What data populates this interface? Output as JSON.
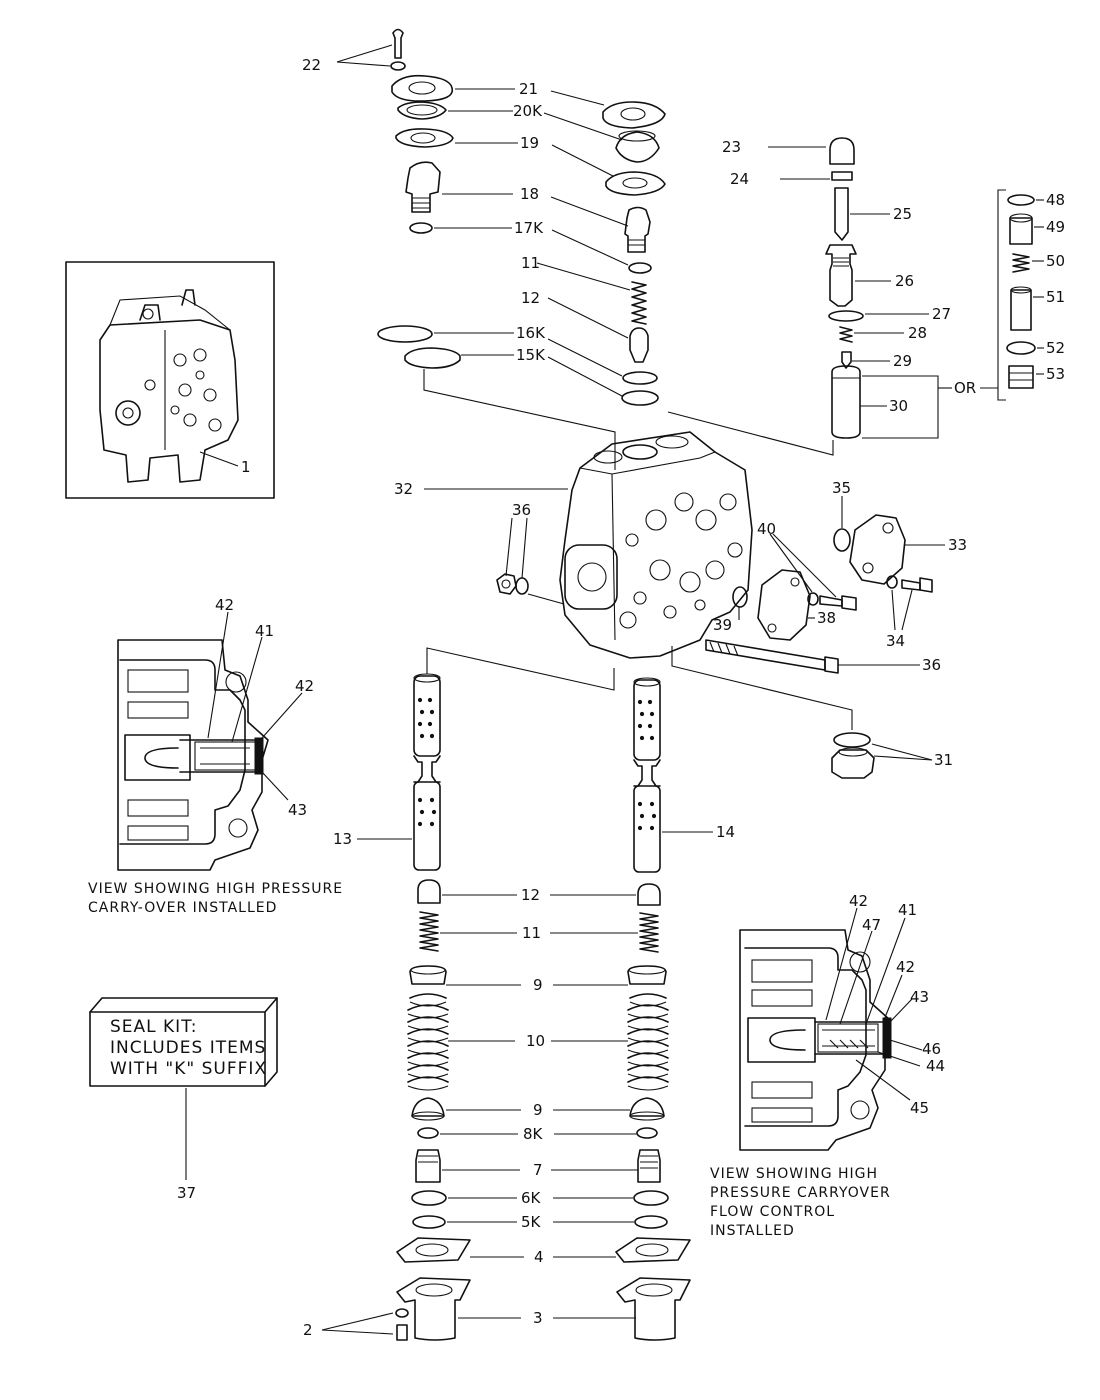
{
  "callouts": {
    "c22": "22",
    "c21": "21",
    "c20k": "20K",
    "c19": "19",
    "c18": "18",
    "c17k": "17K",
    "c11a": "11",
    "c12a": "12",
    "c16k": "16K",
    "c15k": "15K",
    "c23": "23",
    "c24": "24",
    "c25": "25",
    "c26": "26",
    "c27": "27",
    "c28": "28",
    "c29": "29",
    "c30": "30",
    "c48": "48",
    "c49": "49",
    "c50": "50",
    "c51": "51",
    "c52": "52",
    "c53": "53",
    "cor": "OR",
    "c1": "1",
    "c32": "32",
    "c36a": "36",
    "c35": "35",
    "c40": "40",
    "c33": "33",
    "c38": "38",
    "c39": "39",
    "c34": "34",
    "c36b": "36",
    "c31": "31",
    "c42a": "42",
    "c41a": "41",
    "c42b": "42",
    "c43a": "43",
    "c13": "13",
    "c14": "14",
    "c12b": "12",
    "c11b": "11",
    "c9a": "9",
    "c10": "10",
    "c9b": "9",
    "c8k": "8K",
    "c7": "7",
    "c6k": "6K",
    "c5k": "5K",
    "c4": "4",
    "c3": "3",
    "c2": "2",
    "c37": "37",
    "c42c": "42",
    "c47": "47",
    "c41b": "41",
    "c42d": "42",
    "c43b": "43",
    "c46": "46",
    "c44": "44",
    "c45": "45"
  },
  "captions": {
    "carryover_line1": "VIEW SHOWING HIGH PRESSURE",
    "carryover_line2": "CARRY-OVER INSTALLED",
    "flow_line1": "VIEW SHOWING HIGH",
    "flow_line2": "PRESSURE CARRYOVER",
    "flow_line3": "FLOW CONTROL",
    "flow_line4": "INSTALLED"
  },
  "seal_kit": {
    "line1": "SEAL KIT:",
    "line2": "INCLUDES ITEMS",
    "line3": "WITH \"K\" SUFFIX"
  }
}
